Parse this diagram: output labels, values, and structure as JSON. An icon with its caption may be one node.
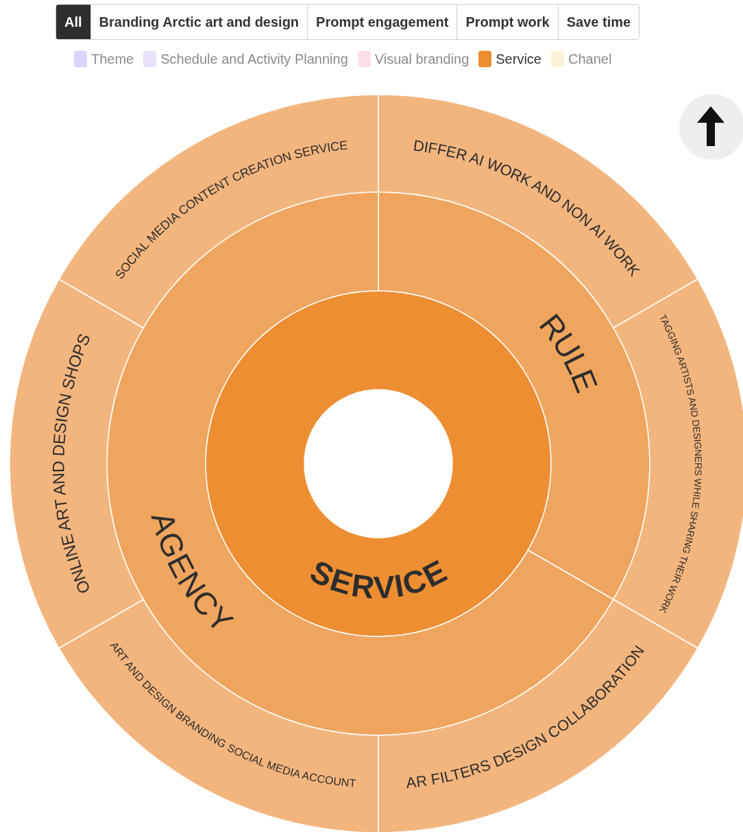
{
  "diagram": {
    "nodes": [
      {
        "text": [
          "SERVICE"
        ]
      },
      {
        "text": [
          "RULE"
        ]
      },
      {
        "text": [
          "AGENCY"
        ]
      },
      {
        "text": [
          "DIFFER AI WORK AND NON AI WORK"
        ]
      },
      {
        "text": [
          "TAGGING ARTISTS AND DESIGNERS WHILE SHARING THEIR WORK"
        ]
      },
      {
        "text": [
          "AR FILTERS DESIGN COLLABORATION"
        ]
      },
      {
        "text": [
          "ART AND DESIGN BRANDING SOCIAL MEDIA ACCOUNT"
        ]
      },
      {
        "text": [
          "ONLINE ART AND DESIGN SHOPS"
        ]
      },
      {
        "text": [
          "SOCIAL MEDIA CONTENT CREATION SERVICE"
        ]
      }
    ],
    "labels": [
      "All",
      "Branding Arctic art and design",
      "Prompt engagement",
      "Prompt work",
      "Save time"
    ],
    "legend": [
      {
        "text": "Theme",
        "color": "#dcd4fa"
      },
      {
        "text": "Schedule and Activity Planning",
        "color": "#e9e0fa"
      },
      {
        "text": "Visual branding",
        "color": "#fae0e6"
      },
      {
        "text": "Service",
        "color": "#ee8e33"
      },
      {
        "text": "Chanel",
        "color": "#fcf2d6"
      }
    ]
  }
}
